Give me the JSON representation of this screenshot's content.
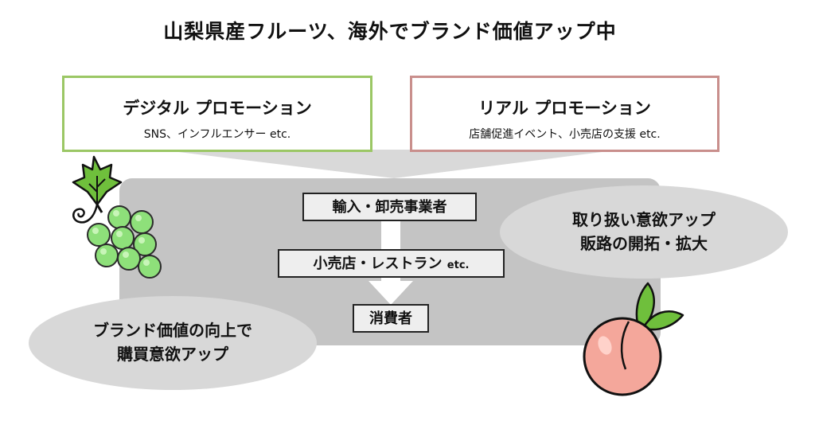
{
  "title": "山梨県産フルーツ、海外でブランド価値アップ中",
  "digital_promotion": {
    "title": "デジタル プロモーション",
    "subtitle": "SNS、インフルエンサー etc."
  },
  "real_promotion": {
    "title": "リアル プロモーション",
    "subtitle": "店舗促進イベント、小売店の支援 etc."
  },
  "supply_chain": {
    "step1": "輸入・卸売事業者",
    "step2": "小売店・レストラン",
    "step2_suffix": "etc.",
    "step3": "消費者"
  },
  "right_bubble": {
    "line1": "取り扱い意欲アップ",
    "line2": "販路の開拓・拡大"
  },
  "left_bubble": {
    "line1": "ブランド価値の向上で",
    "line2": "購買意欲アップ"
  },
  "colors": {
    "digital_border": "#9bc765",
    "real_border": "#c98f8c",
    "stage": "#c4c4c4",
    "funnel": "#d9d9d9",
    "grape": "#8ee07a",
    "peach": "#f4a79b",
    "leaf": "#6fbf3c"
  },
  "icons": [
    "grape-icon",
    "peach-icon",
    "down-arrow-icon"
  ]
}
